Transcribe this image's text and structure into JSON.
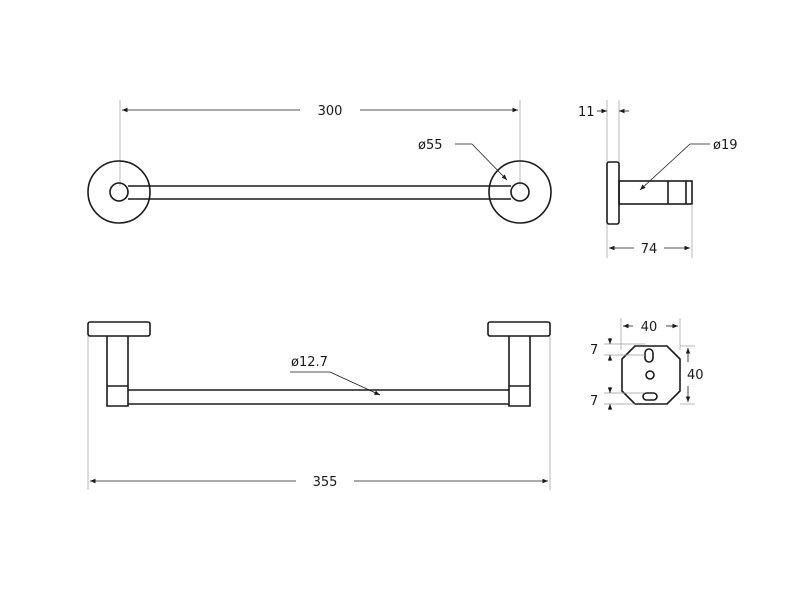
{
  "drawing": {
    "top_view": {
      "width_dim": "300",
      "flange_dia": "ø55"
    },
    "side_view": {
      "flange_thickness": "11",
      "rod_dia": "ø19",
      "depth": "74"
    },
    "front_view": {
      "bar_dia": "ø12.7",
      "overall_width": "355"
    },
    "flange_view": {
      "width": "40",
      "height": "40",
      "hole_offset_top": "7",
      "hole_offset_bottom": "7"
    }
  }
}
